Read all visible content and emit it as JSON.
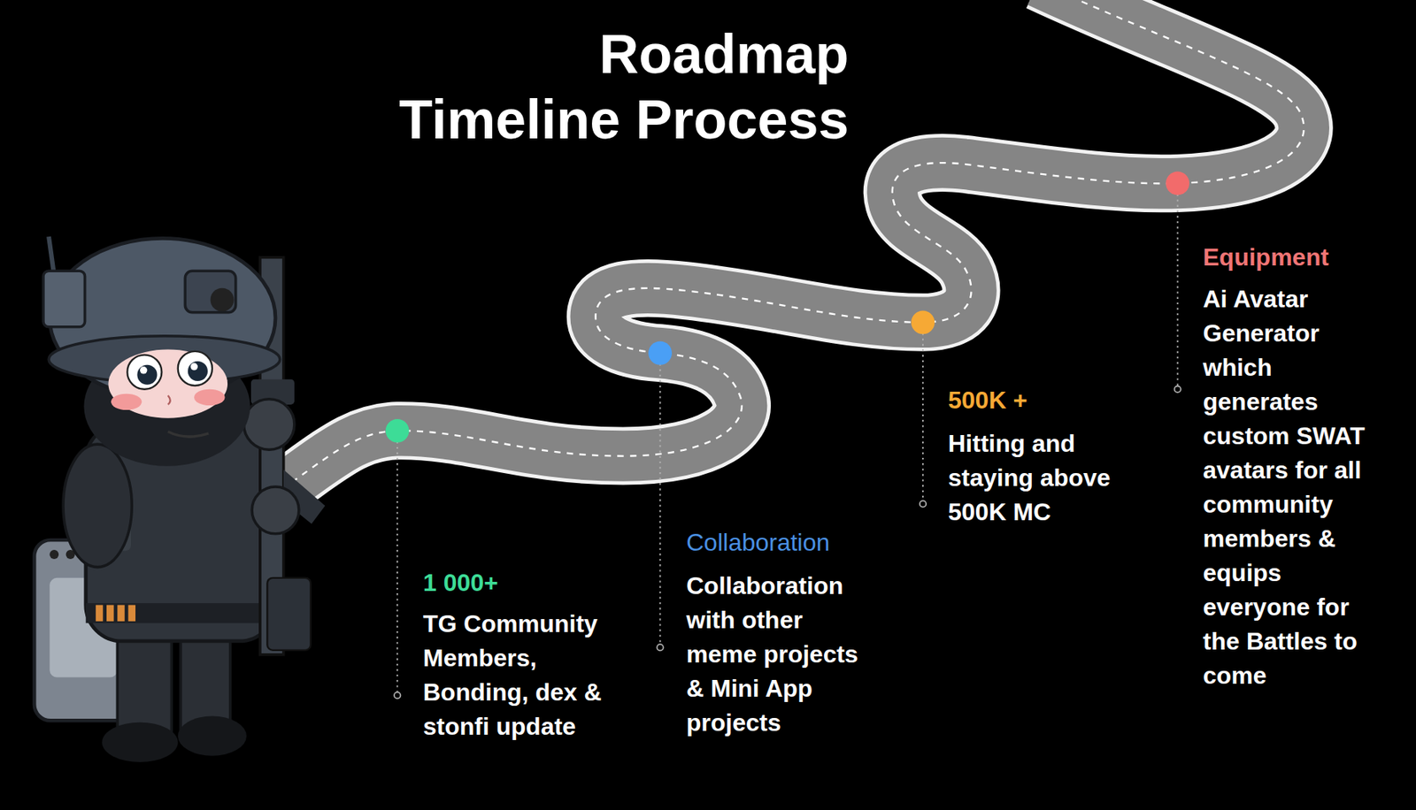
{
  "diagram": {
    "title": "Roadmap Timeline Process",
    "labels": [
      "1 000+",
      "TG Community Members, Bonding, dex & stonfi update",
      "Collaboration",
      "Collaboration with other meme projects & Mini App projects",
      "500K +",
      "Hitting and staying above 500K MC",
      "Equipment",
      "Ai Avatar Generator which generates custom SWAT avatars for all community members & equips everyone for the Battles to come"
    ]
  }
}
